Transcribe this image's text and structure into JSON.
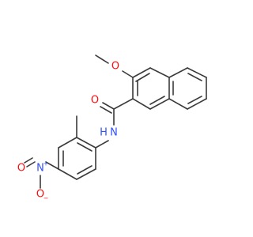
{
  "molecule": {
    "colors": {
      "bond": "#3a3a3a",
      "oxygen": "#ff0d0d",
      "nitrogen": "#3050f8",
      "carbon": "#3a3a3a"
    },
    "labels": {
      "methoxy_o": "O",
      "carbonyl_o": "O",
      "amide_n": "N",
      "amide_h": "H",
      "nitro_n": "N",
      "nitro_o_left": "O",
      "nitro_o_bottom": "O",
      "nitro_n_charge": "+",
      "nitro_o_charge": "−"
    }
  }
}
